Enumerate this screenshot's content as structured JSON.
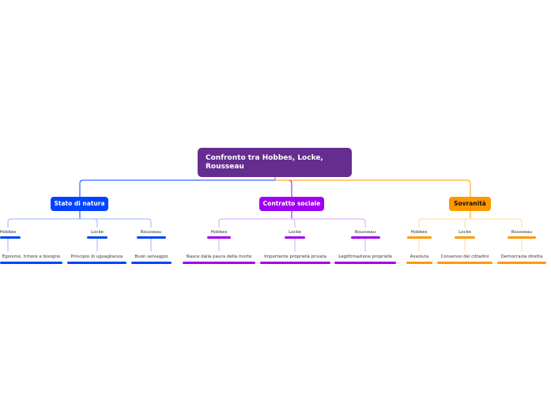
{
  "root": {
    "title": "Confronto tra Hobbes, Locke, Rousseau",
    "color": "#662d91"
  },
  "branches": [
    {
      "label": "Stato di natura",
      "color": "#0044ff",
      "light": "#9bb4ff",
      "subs": [
        {
          "label": "Hobbes",
          "leaf": "Egoismo, timore e bisogno"
        },
        {
          "label": "Locke",
          "leaf": "Principio di uguaglianza"
        },
        {
          "label": "Rousseau",
          "leaf": "Buon selvaggio"
        }
      ]
    },
    {
      "label": "Contratto sociale",
      "color": "#a100f2",
      "light": "#d9a6ff",
      "subs": [
        {
          "label": "Hobbes",
          "leaf": "Nasce dalla paura della morte"
        },
        {
          "label": "Locke",
          "leaf": "Importante proprietà privata"
        },
        {
          "label": "Rousseau",
          "leaf": "Legittimazione proprietà"
        }
      ]
    },
    {
      "label": "Sovranità",
      "color": "#ff9800",
      "light": "#ffd99a",
      "subs": [
        {
          "label": "Hobbes",
          "leaf": "Assoluta"
        },
        {
          "label": "Locke",
          "leaf": "Consenso dei cittadini"
        },
        {
          "label": "Rousseau",
          "leaf": "Democrazia diretta"
        }
      ]
    }
  ]
}
